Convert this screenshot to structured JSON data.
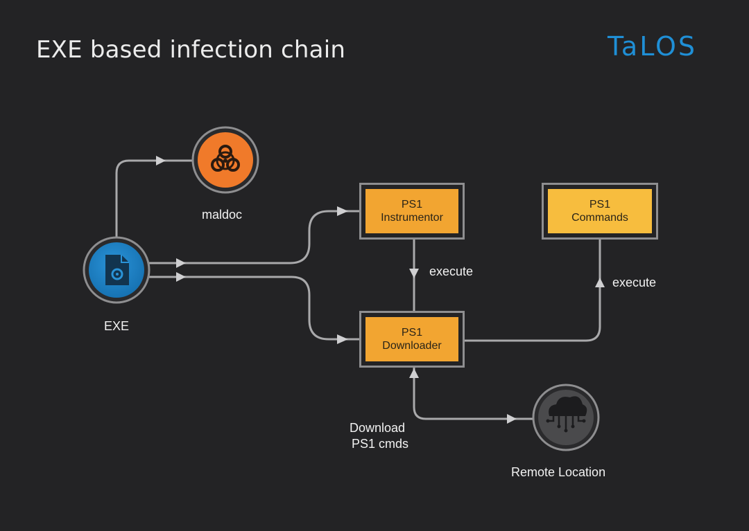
{
  "title": "EXE based infection chain",
  "brand": "TaLOS",
  "colors": {
    "background": "#232325",
    "exe_node": "#1a7fc4",
    "maldoc_node": "#f07a2a",
    "ps1_box": "#f2a531",
    "ps1_commands_box": "#f7bd3e",
    "remote_node": "#4a4a4c",
    "connector": "#a9a9ab"
  },
  "nodes": {
    "exe": {
      "label": "EXE",
      "icon": "file-gear-icon"
    },
    "maldoc": {
      "label": "maldoc",
      "icon": "biohazard-icon"
    },
    "instrumentor": {
      "line1": "PS1",
      "line2": "Instrumentor"
    },
    "downloader": {
      "line1": "PS1",
      "line2": "Downloader"
    },
    "commands": {
      "line1": "PS1",
      "line2": "Commands"
    },
    "remote": {
      "label": "Remote Location",
      "icon": "cloud-network-icon"
    }
  },
  "edges": {
    "instrumentor_to_downloader": "execute",
    "downloader_to_commands": "execute",
    "downloader_remote_line1": "Download",
    "downloader_remote_line2": "PS1 cmds"
  }
}
